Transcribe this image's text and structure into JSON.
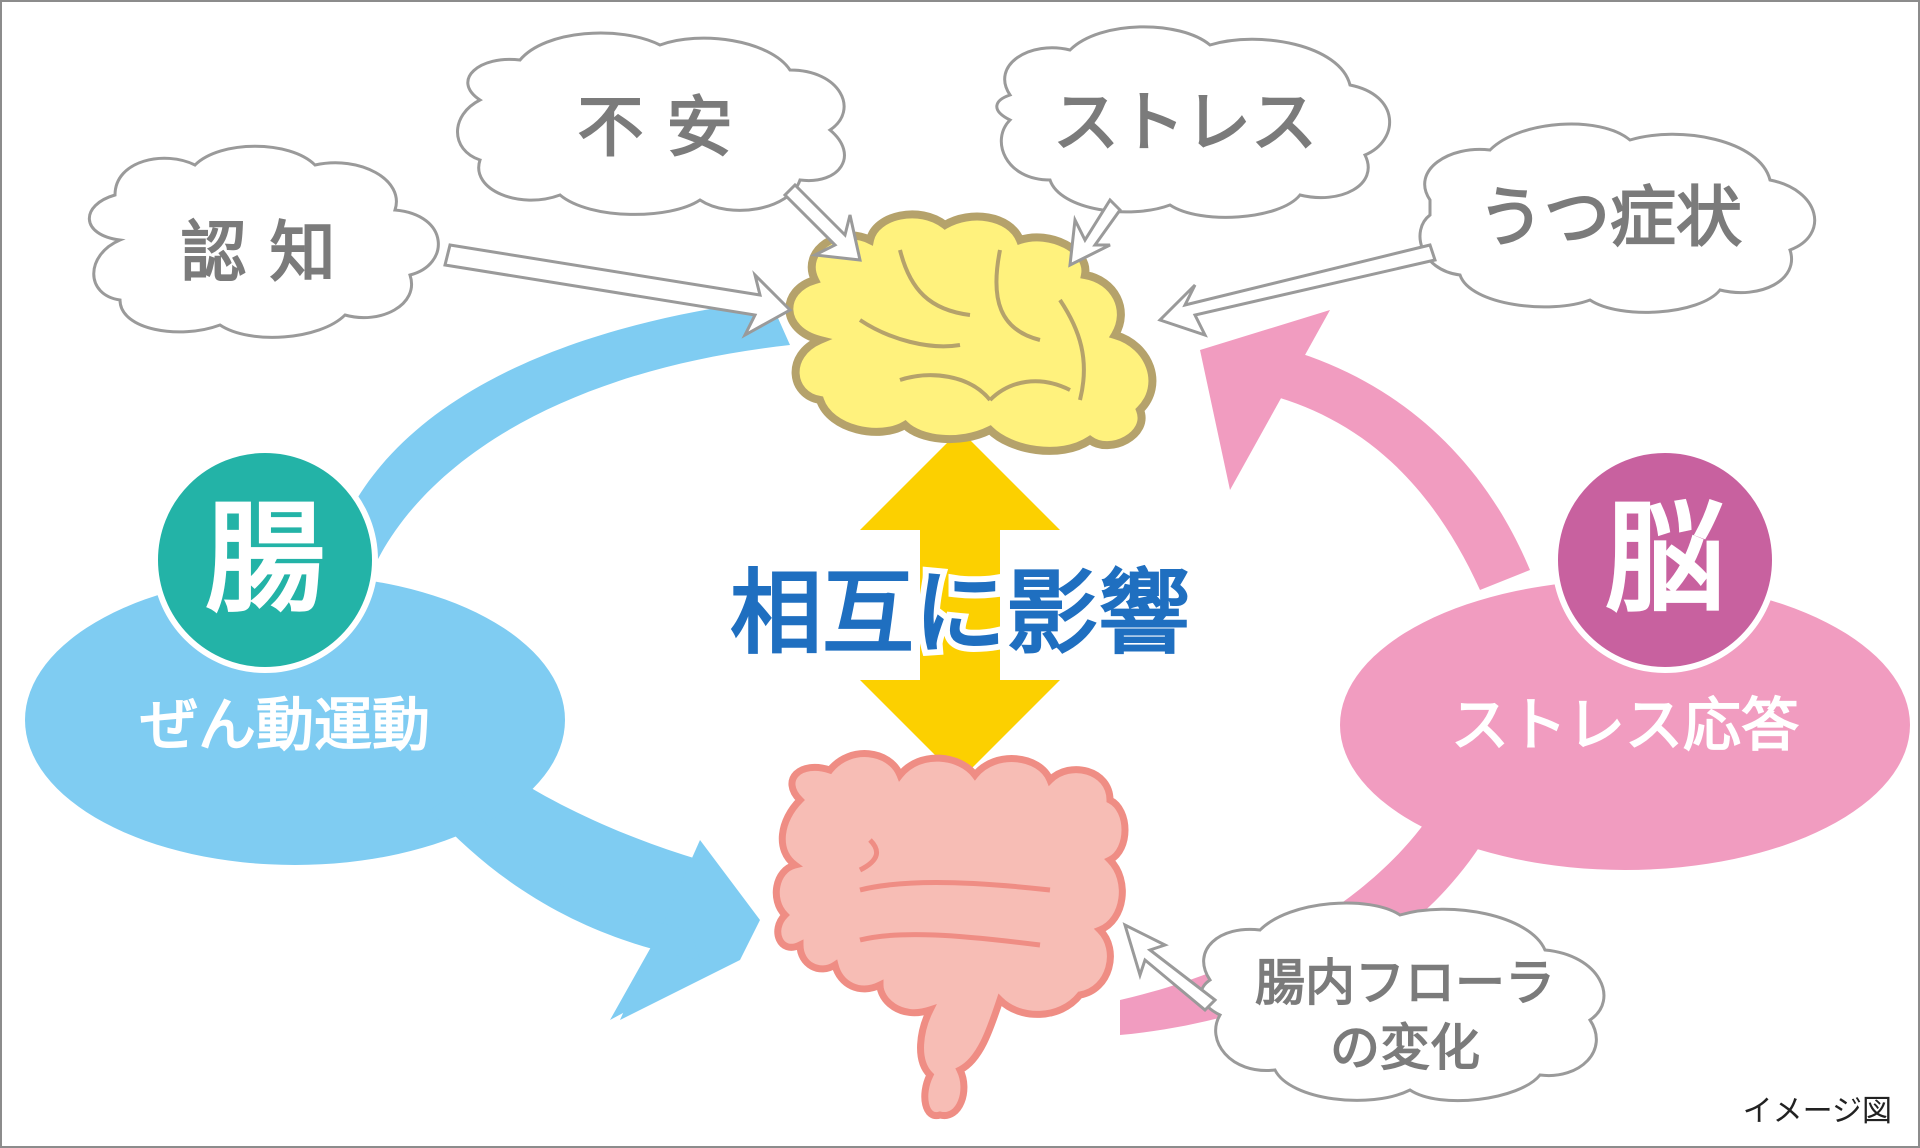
{
  "thoughts": {
    "cognition": "認 知",
    "anxiety": "不 安",
    "stress": "ストレス",
    "depression": "うつ症状"
  },
  "gut": {
    "badge": "腸",
    "label": "ぜん動運動"
  },
  "brain": {
    "badge": "脳",
    "label": "ストレス応答"
  },
  "center": {
    "label": "相互に影響"
  },
  "flora": {
    "line1": "腸内フローラ",
    "line2": "の変化"
  },
  "note": "イメージ図",
  "colors": {
    "gut_arrow": "#7fccf2",
    "brain_arrow": "#f19cc0",
    "gut_badge": "#23b3a7",
    "brain_badge": "#c8619f",
    "center_arrow": "#fcd000",
    "center_text": "#1f6fc0",
    "brain_fill": "#fff27d",
    "brain_stroke": "#b5a26b",
    "intestine_fill": "#f7bdb5",
    "intestine_stroke": "#ef8d84",
    "cloud_stroke": "#9a9a9a",
    "cloud_text": "#7b7b7b"
  },
  "icons": [
    "brain-icon",
    "intestine-icon",
    "double-arrow-icon",
    "thought-cloud-icon"
  ]
}
